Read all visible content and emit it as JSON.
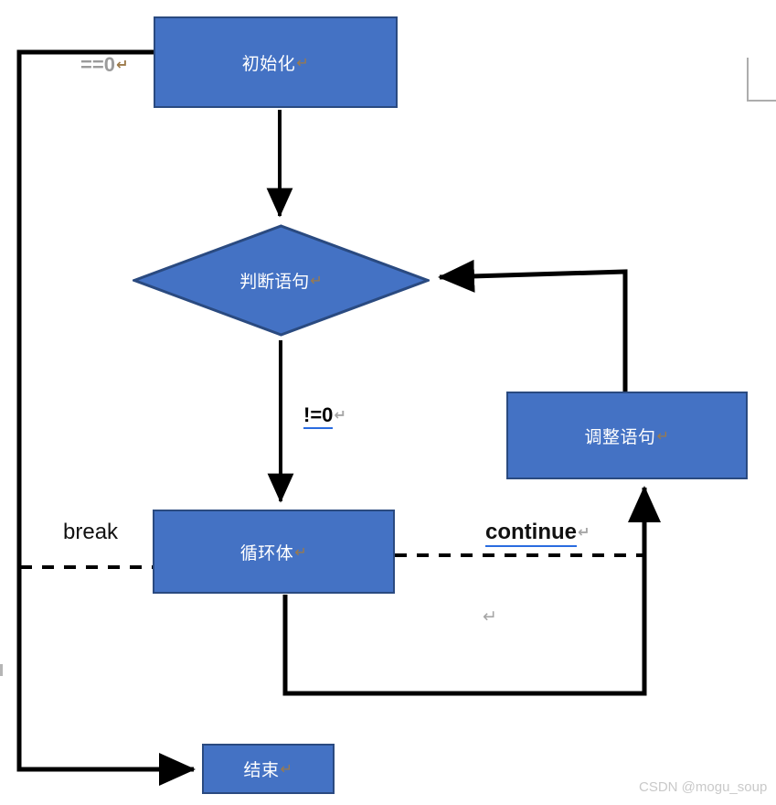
{
  "diagram": {
    "type": "flowchart",
    "title": "C loop structure flowchart",
    "background_color": "#ffffff",
    "node_fill_color": "#4472C4",
    "node_border_color": "#2A4A80",
    "node_text_color": "#ffffff",
    "line_color": "#000000",
    "nodes": [
      {
        "id": "init",
        "shape": "rectangle",
        "label": "初始化",
        "return_mark": "↵"
      },
      {
        "id": "condition",
        "shape": "diamond",
        "label": "判断语句",
        "return_mark": "↵"
      },
      {
        "id": "loop-body",
        "shape": "rectangle",
        "label": "循环体",
        "return_mark": "↵"
      },
      {
        "id": "adjust",
        "shape": "rectangle",
        "label": "调整语句",
        "return_mark": "↵"
      },
      {
        "id": "end",
        "shape": "rectangle",
        "label": "结束",
        "return_mark": "↵"
      }
    ],
    "edge_labels": [
      {
        "id": "eq0",
        "text": "==0",
        "return_mark": "↵",
        "color": "#9b9b9b",
        "style": "bold"
      },
      {
        "id": "neq0",
        "text": "!=0",
        "return_mark": "↵",
        "color": "#000000",
        "style": "bold-blue-underline"
      },
      {
        "id": "break",
        "text": "break",
        "color": "#111111",
        "style": "plain"
      },
      {
        "id": "continue",
        "text": "continue",
        "return_mark": "↵",
        "color": "#111111",
        "style": "bold-blue-underline"
      }
    ],
    "stray_return_mark": "↵"
  },
  "watermark": {
    "text": "CSDN @mogu_soup"
  }
}
